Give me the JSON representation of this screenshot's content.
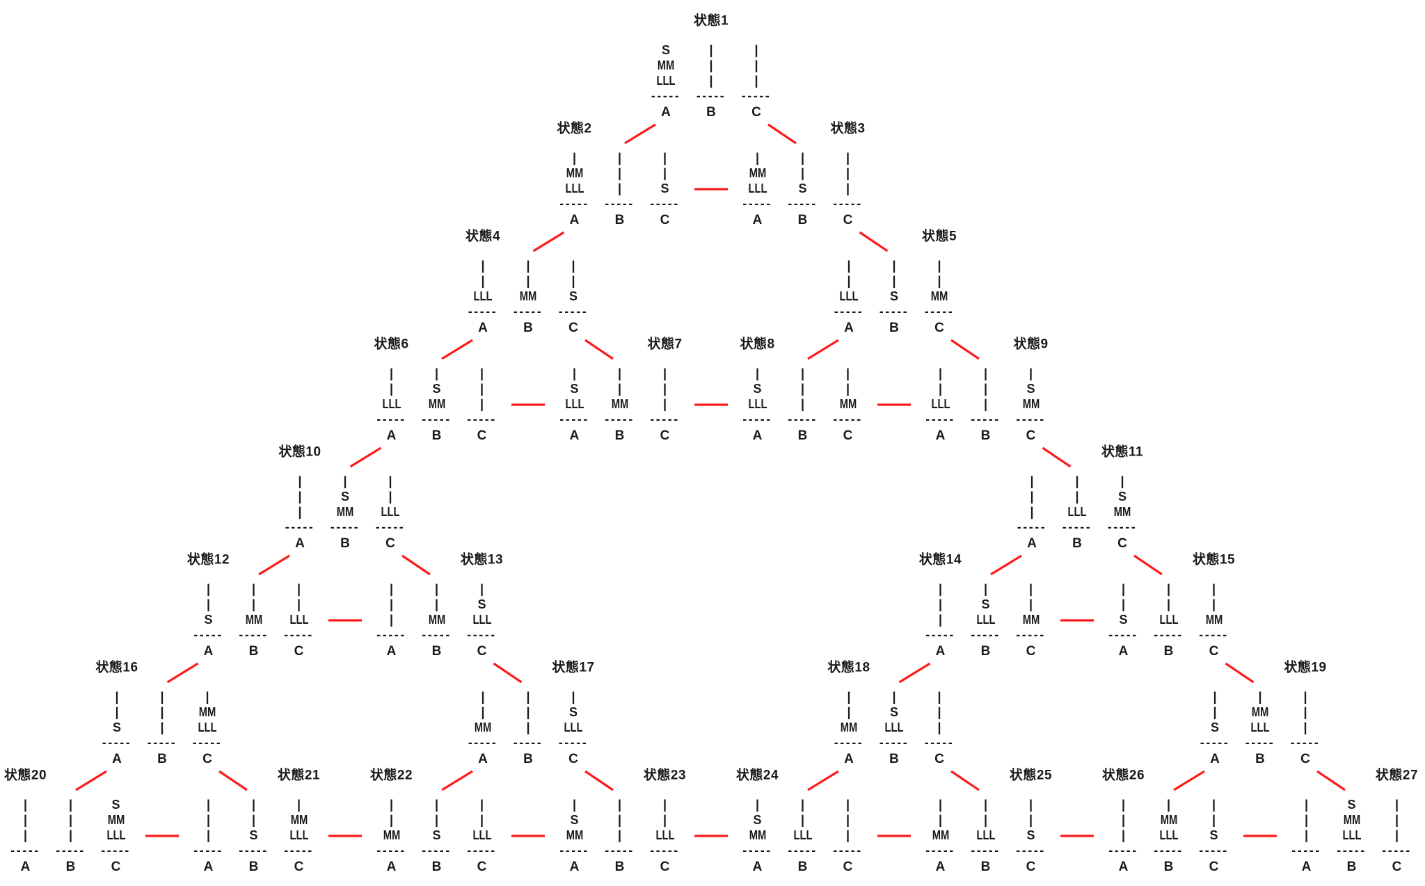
{
  "diagram": {
    "title_prefix": "状態",
    "peg_names": [
      "A",
      "B",
      "C"
    ],
    "empty_rod_glyph": "|",
    "base_glyph": "-----",
    "disk_labels": {
      "small": "S",
      "medium": "MM",
      "large": "LLL"
    },
    "link_color": "#ff1a1a",
    "text_color": "#1a1a1a"
  },
  "states": [
    {
      "id": 1,
      "label": "状態1",
      "row": 0,
      "col": 0,
      "title_pos": "center",
      "pegs": [
        [
          "S",
          "MM",
          "LLL"
        ],
        [
          "|",
          "|",
          "|"
        ],
        [
          "|",
          "|",
          "|"
        ]
      ]
    },
    {
      "id": 2,
      "label": "状態2",
      "row": 1,
      "col": -1,
      "title_pos": "left",
      "pegs": [
        [
          "|",
          "MM",
          "LLL"
        ],
        [
          "|",
          "|",
          "|"
        ],
        [
          "|",
          "|",
          "S"
        ]
      ]
    },
    {
      "id": 3,
      "label": "状態3",
      "row": 1,
      "col": 1,
      "title_pos": "right",
      "pegs": [
        [
          "|",
          "MM",
          "LLL"
        ],
        [
          "|",
          "|",
          "S"
        ],
        [
          "|",
          "|",
          "|"
        ]
      ]
    },
    {
      "id": 4,
      "label": "状態4",
      "row": 2,
      "col": -2,
      "title_pos": "left",
      "pegs": [
        [
          "|",
          "|",
          "LLL"
        ],
        [
          "|",
          "|",
          "MM"
        ],
        [
          "|",
          "|",
          "S"
        ]
      ]
    },
    {
      "id": 5,
      "label": "状態5",
      "row": 2,
      "col": 2,
      "title_pos": "right",
      "pegs": [
        [
          "|",
          "|",
          "LLL"
        ],
        [
          "|",
          "|",
          "S"
        ],
        [
          "|",
          "|",
          "MM"
        ]
      ]
    },
    {
      "id": 6,
      "label": "状態6",
      "row": 3,
      "col": -3,
      "title_pos": "left",
      "pegs": [
        [
          "|",
          "|",
          "LLL"
        ],
        [
          "|",
          "S",
          "MM"
        ],
        [
          "|",
          "|",
          "|"
        ]
      ]
    },
    {
      "id": 7,
      "label": "状態7",
      "row": 3,
      "col": -1,
      "title_pos": "right",
      "pegs": [
        [
          "|",
          "S",
          "LLL"
        ],
        [
          "|",
          "|",
          "MM"
        ],
        [
          "|",
          "|",
          "|"
        ]
      ]
    },
    {
      "id": 8,
      "label": "状態8",
      "row": 3,
      "col": 1,
      "title_pos": "left",
      "pegs": [
        [
          "|",
          "S",
          "LLL"
        ],
        [
          "|",
          "|",
          "|"
        ],
        [
          "|",
          "|",
          "MM"
        ]
      ]
    },
    {
      "id": 9,
      "label": "状態9",
      "row": 3,
      "col": 3,
      "title_pos": "right",
      "pegs": [
        [
          "|",
          "|",
          "LLL"
        ],
        [
          "|",
          "|",
          "|"
        ],
        [
          "|",
          "S",
          "MM"
        ]
      ]
    },
    {
      "id": 10,
      "label": "状態10",
      "row": 4,
      "col": -4,
      "title_pos": "left",
      "pegs": [
        [
          "|",
          "|",
          "|"
        ],
        [
          "|",
          "S",
          "MM"
        ],
        [
          "|",
          "|",
          "LLL"
        ]
      ]
    },
    {
      "id": 11,
      "label": "状態11",
      "row": 4,
      "col": 4,
      "title_pos": "right",
      "pegs": [
        [
          "|",
          "|",
          "|"
        ],
        [
          "|",
          "|",
          "LLL"
        ],
        [
          "|",
          "S",
          "MM"
        ]
      ]
    },
    {
      "id": 12,
      "label": "状態12",
      "row": 5,
      "col": -5,
      "title_pos": "left",
      "pegs": [
        [
          "|",
          "|",
          "S"
        ],
        [
          "|",
          "|",
          "MM"
        ],
        [
          "|",
          "|",
          "LLL"
        ]
      ]
    },
    {
      "id": 13,
      "label": "状態13",
      "row": 5,
      "col": -3,
      "title_pos": "right",
      "pegs": [
        [
          "|",
          "|",
          "|"
        ],
        [
          "|",
          "|",
          "MM"
        ],
        [
          "|",
          "S",
          "LLL"
        ]
      ]
    },
    {
      "id": 14,
      "label": "状態14",
      "row": 5,
      "col": 3,
      "title_pos": "left",
      "pegs": [
        [
          "|",
          "|",
          "|"
        ],
        [
          "|",
          "S",
          "LLL"
        ],
        [
          "|",
          "|",
          "MM"
        ]
      ]
    },
    {
      "id": 15,
      "label": "状態15",
      "row": 5,
      "col": 5,
      "title_pos": "right",
      "pegs": [
        [
          "|",
          "|",
          "S"
        ],
        [
          "|",
          "|",
          "LLL"
        ],
        [
          "|",
          "|",
          "MM"
        ]
      ]
    },
    {
      "id": 16,
      "label": "状態16",
      "row": 6,
      "col": -6,
      "title_pos": "left",
      "pegs": [
        [
          "|",
          "|",
          "S"
        ],
        [
          "|",
          "|",
          "|"
        ],
        [
          "|",
          "MM",
          "LLL"
        ]
      ]
    },
    {
      "id": 17,
      "label": "状態17",
      "row": 6,
      "col": -2,
      "title_pos": "right",
      "pegs": [
        [
          "|",
          "|",
          "MM"
        ],
        [
          "|",
          "|",
          "|"
        ],
        [
          "|",
          "S",
          "LLL"
        ]
      ]
    },
    {
      "id": 18,
      "label": "状態18",
      "row": 6,
      "col": 2,
      "title_pos": "left",
      "pegs": [
        [
          "|",
          "|",
          "MM"
        ],
        [
          "|",
          "S",
          "LLL"
        ],
        [
          "|",
          "|",
          "|"
        ]
      ]
    },
    {
      "id": 19,
      "label": "状態19",
      "row": 6,
      "col": 6,
      "title_pos": "right",
      "pegs": [
        [
          "|",
          "|",
          "S"
        ],
        [
          "|",
          "MM",
          "LLL"
        ],
        [
          "|",
          "|",
          "|"
        ]
      ]
    },
    {
      "id": 20,
      "label": "状態20",
      "row": 7,
      "col": -7,
      "title_pos": "left",
      "pegs": [
        [
          "|",
          "|",
          "|"
        ],
        [
          "|",
          "|",
          "|"
        ],
        [
          "S",
          "MM",
          "LLL"
        ]
      ]
    },
    {
      "id": 21,
      "label": "状態21",
      "row": 7,
      "col": -5,
      "title_pos": "right",
      "pegs": [
        [
          "|",
          "|",
          "|"
        ],
        [
          "|",
          "|",
          "S"
        ],
        [
          "|",
          "MM",
          "LLL"
        ]
      ]
    },
    {
      "id": 22,
      "label": "状態22",
      "row": 7,
      "col": -3,
      "title_pos": "left",
      "pegs": [
        [
          "|",
          "|",
          "MM"
        ],
        [
          "|",
          "|",
          "S"
        ],
        [
          "|",
          "|",
          "LLL"
        ]
      ]
    },
    {
      "id": 23,
      "label": "状態23",
      "row": 7,
      "col": -1,
      "title_pos": "right",
      "pegs": [
        [
          "|",
          "S",
          "MM"
        ],
        [
          "|",
          "|",
          "|"
        ],
        [
          "|",
          "|",
          "LLL"
        ]
      ]
    },
    {
      "id": 24,
      "label": "状態24",
      "row": 7,
      "col": 1,
      "title_pos": "left",
      "pegs": [
        [
          "|",
          "S",
          "MM"
        ],
        [
          "|",
          "|",
          "LLL"
        ],
        [
          "|",
          "|",
          "|"
        ]
      ]
    },
    {
      "id": 25,
      "label": "状態25",
      "row": 7,
      "col": 3,
      "title_pos": "right",
      "pegs": [
        [
          "|",
          "|",
          "MM"
        ],
        [
          "|",
          "|",
          "LLL"
        ],
        [
          "|",
          "|",
          "S"
        ]
      ]
    },
    {
      "id": 26,
      "label": "状態26",
      "row": 7,
      "col": 5,
      "title_pos": "left",
      "pegs": [
        [
          "|",
          "|",
          "|"
        ],
        [
          "|",
          "MM",
          "LLL"
        ],
        [
          "|",
          "|",
          "S"
        ]
      ]
    },
    {
      "id": 27,
      "label": "状態27",
      "row": 7,
      "col": 7,
      "title_pos": "right",
      "pegs": [
        [
          "|",
          "|",
          "|"
        ],
        [
          "S",
          "MM",
          "LLL"
        ],
        [
          "|",
          "|",
          "|"
        ]
      ]
    }
  ],
  "tree_edges": [
    [
      1,
      2
    ],
    [
      1,
      3
    ],
    [
      2,
      4
    ],
    [
      3,
      5
    ],
    [
      4,
      6
    ],
    [
      4,
      7
    ],
    [
      5,
      8
    ],
    [
      5,
      9
    ],
    [
      6,
      10
    ],
    [
      9,
      11
    ],
    [
      10,
      12
    ],
    [
      10,
      13
    ],
    [
      11,
      14
    ],
    [
      11,
      15
    ],
    [
      12,
      16
    ],
    [
      13,
      17
    ],
    [
      14,
      18
    ],
    [
      15,
      19
    ],
    [
      16,
      20
    ],
    [
      16,
      21
    ],
    [
      17,
      22
    ],
    [
      17,
      23
    ],
    [
      18,
      24
    ],
    [
      18,
      25
    ],
    [
      19,
      26
    ],
    [
      19,
      27
    ]
  ],
  "sibling_edges": [
    [
      2,
      3
    ],
    [
      6,
      7
    ],
    [
      7,
      8
    ],
    [
      8,
      9
    ],
    [
      12,
      13
    ],
    [
      14,
      15
    ],
    [
      20,
      21
    ],
    [
      21,
      22
    ],
    [
      22,
      23
    ],
    [
      23,
      24
    ],
    [
      24,
      25
    ],
    [
      25,
      26
    ],
    [
      26,
      27
    ]
  ]
}
